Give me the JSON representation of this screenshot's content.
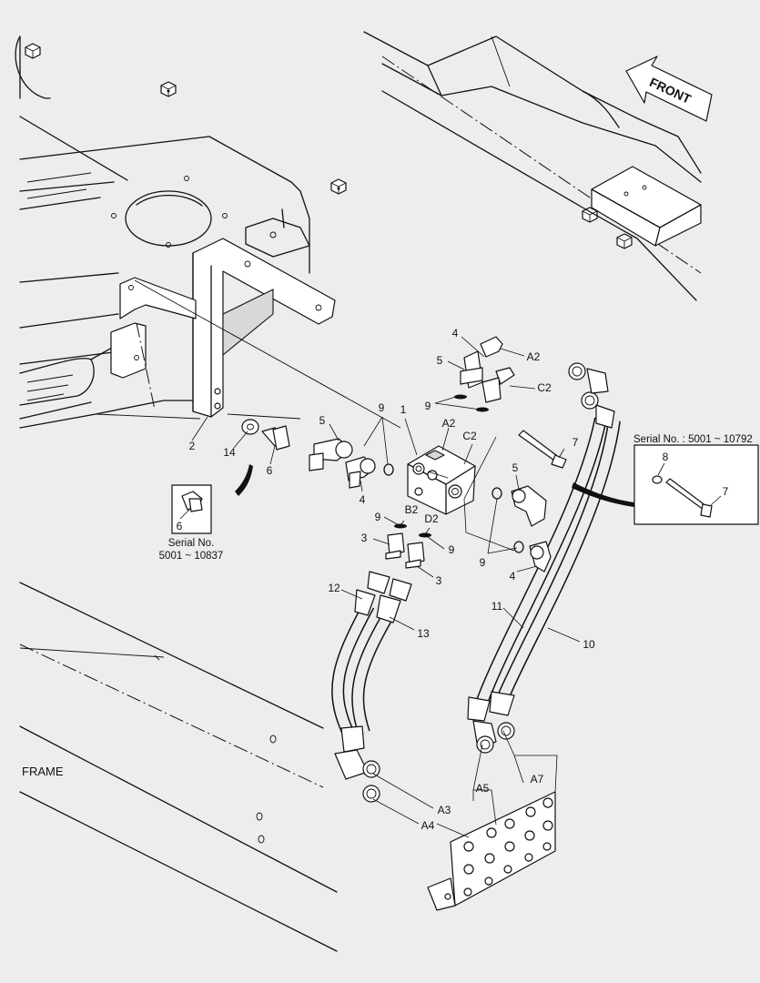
{
  "diagram": {
    "frame_label": "FRAME",
    "front_label": "FRONT",
    "serial_right": "Serial No. : 5001 ~ 10792",
    "serial_left_line1": "Serial No.",
    "serial_left_line2": "5001 ~ 10837",
    "inset_left_callout": "6",
    "inset_right_callouts": [
      "8",
      "7"
    ],
    "callouts": [
      {
        "id": "c-4-top",
        "text": "4"
      },
      {
        "id": "c-a2-top",
        "text": "A2"
      },
      {
        "id": "c-5-top",
        "text": "5"
      },
      {
        "id": "c-c2-top",
        "text": "C2"
      },
      {
        "id": "c-9-top",
        "text": "9"
      },
      {
        "id": "c-9-mid",
        "text": "9"
      },
      {
        "id": "c-1",
        "text": "1"
      },
      {
        "id": "c-a2-mid",
        "text": "A2"
      },
      {
        "id": "c-c2-mid",
        "text": "C2"
      },
      {
        "id": "c-7",
        "text": "7"
      },
      {
        "id": "c-5-left",
        "text": "5"
      },
      {
        "id": "c-2",
        "text": "2"
      },
      {
        "id": "c-14",
        "text": "14"
      },
      {
        "id": "c-6",
        "text": "6"
      },
      {
        "id": "c-4-left",
        "text": "4"
      },
      {
        "id": "c-5-right",
        "text": "5"
      },
      {
        "id": "c-b2",
        "text": "B2"
      },
      {
        "id": "c-d2",
        "text": "D2"
      },
      {
        "id": "c-9-l",
        "text": "9"
      },
      {
        "id": "c-9-r",
        "text": "9"
      },
      {
        "id": "c-3-l",
        "text": "3"
      },
      {
        "id": "c-3-r",
        "text": "3"
      },
      {
        "id": "c-9-low",
        "text": "9"
      },
      {
        "id": "c-4-right",
        "text": "4"
      },
      {
        "id": "c-12",
        "text": "12"
      },
      {
        "id": "c-13",
        "text": "13"
      },
      {
        "id": "c-11",
        "text": "11"
      },
      {
        "id": "c-10",
        "text": "10"
      },
      {
        "id": "c-a5",
        "text": "A5"
      },
      {
        "id": "c-a7",
        "text": "A7"
      },
      {
        "id": "c-a3",
        "text": "A3"
      },
      {
        "id": "c-a4",
        "text": "A4"
      }
    ]
  }
}
